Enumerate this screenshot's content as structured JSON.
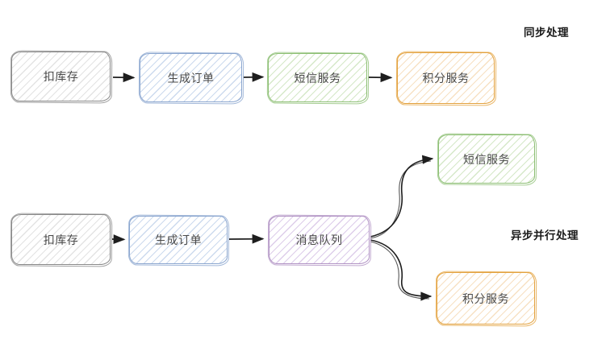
{
  "colors": {
    "canvas_bg": "#ffffff",
    "arrow": "#1e1e1e",
    "node_text": "#4a4a4a",
    "title_text": "#1a1a1a"
  },
  "themes": {
    "gray": {
      "border": "#8a8a8a",
      "hatch": "#e3e3e3"
    },
    "blue": {
      "border": "#8ba6cf",
      "hatch": "#ccdaee"
    },
    "green": {
      "border": "#8dbf74",
      "hatch": "#d5e8c8"
    },
    "orange": {
      "border": "#e3a23f",
      "hatch": "#f7e1c3"
    },
    "purple": {
      "border": "#b193c4",
      "hatch": "#ddcdea"
    }
  },
  "flows": [
    {
      "name": "sync",
      "title": "同步处理",
      "nodes": [
        {
          "label": "扣库存",
          "theme": "gray"
        },
        {
          "label": "生成订单",
          "theme": "blue"
        },
        {
          "label": "短信服务",
          "theme": "green"
        },
        {
          "label": "积分服务",
          "theme": "orange"
        }
      ]
    },
    {
      "name": "async",
      "title": "异步并行处理",
      "nodes": [
        {
          "label": "扣库存",
          "theme": "gray"
        },
        {
          "label": "生成订单",
          "theme": "blue"
        },
        {
          "label": "消息队列",
          "theme": "purple"
        },
        {
          "label": "短信服务",
          "theme": "green"
        },
        {
          "label": "积分服务",
          "theme": "orange"
        }
      ]
    }
  ]
}
